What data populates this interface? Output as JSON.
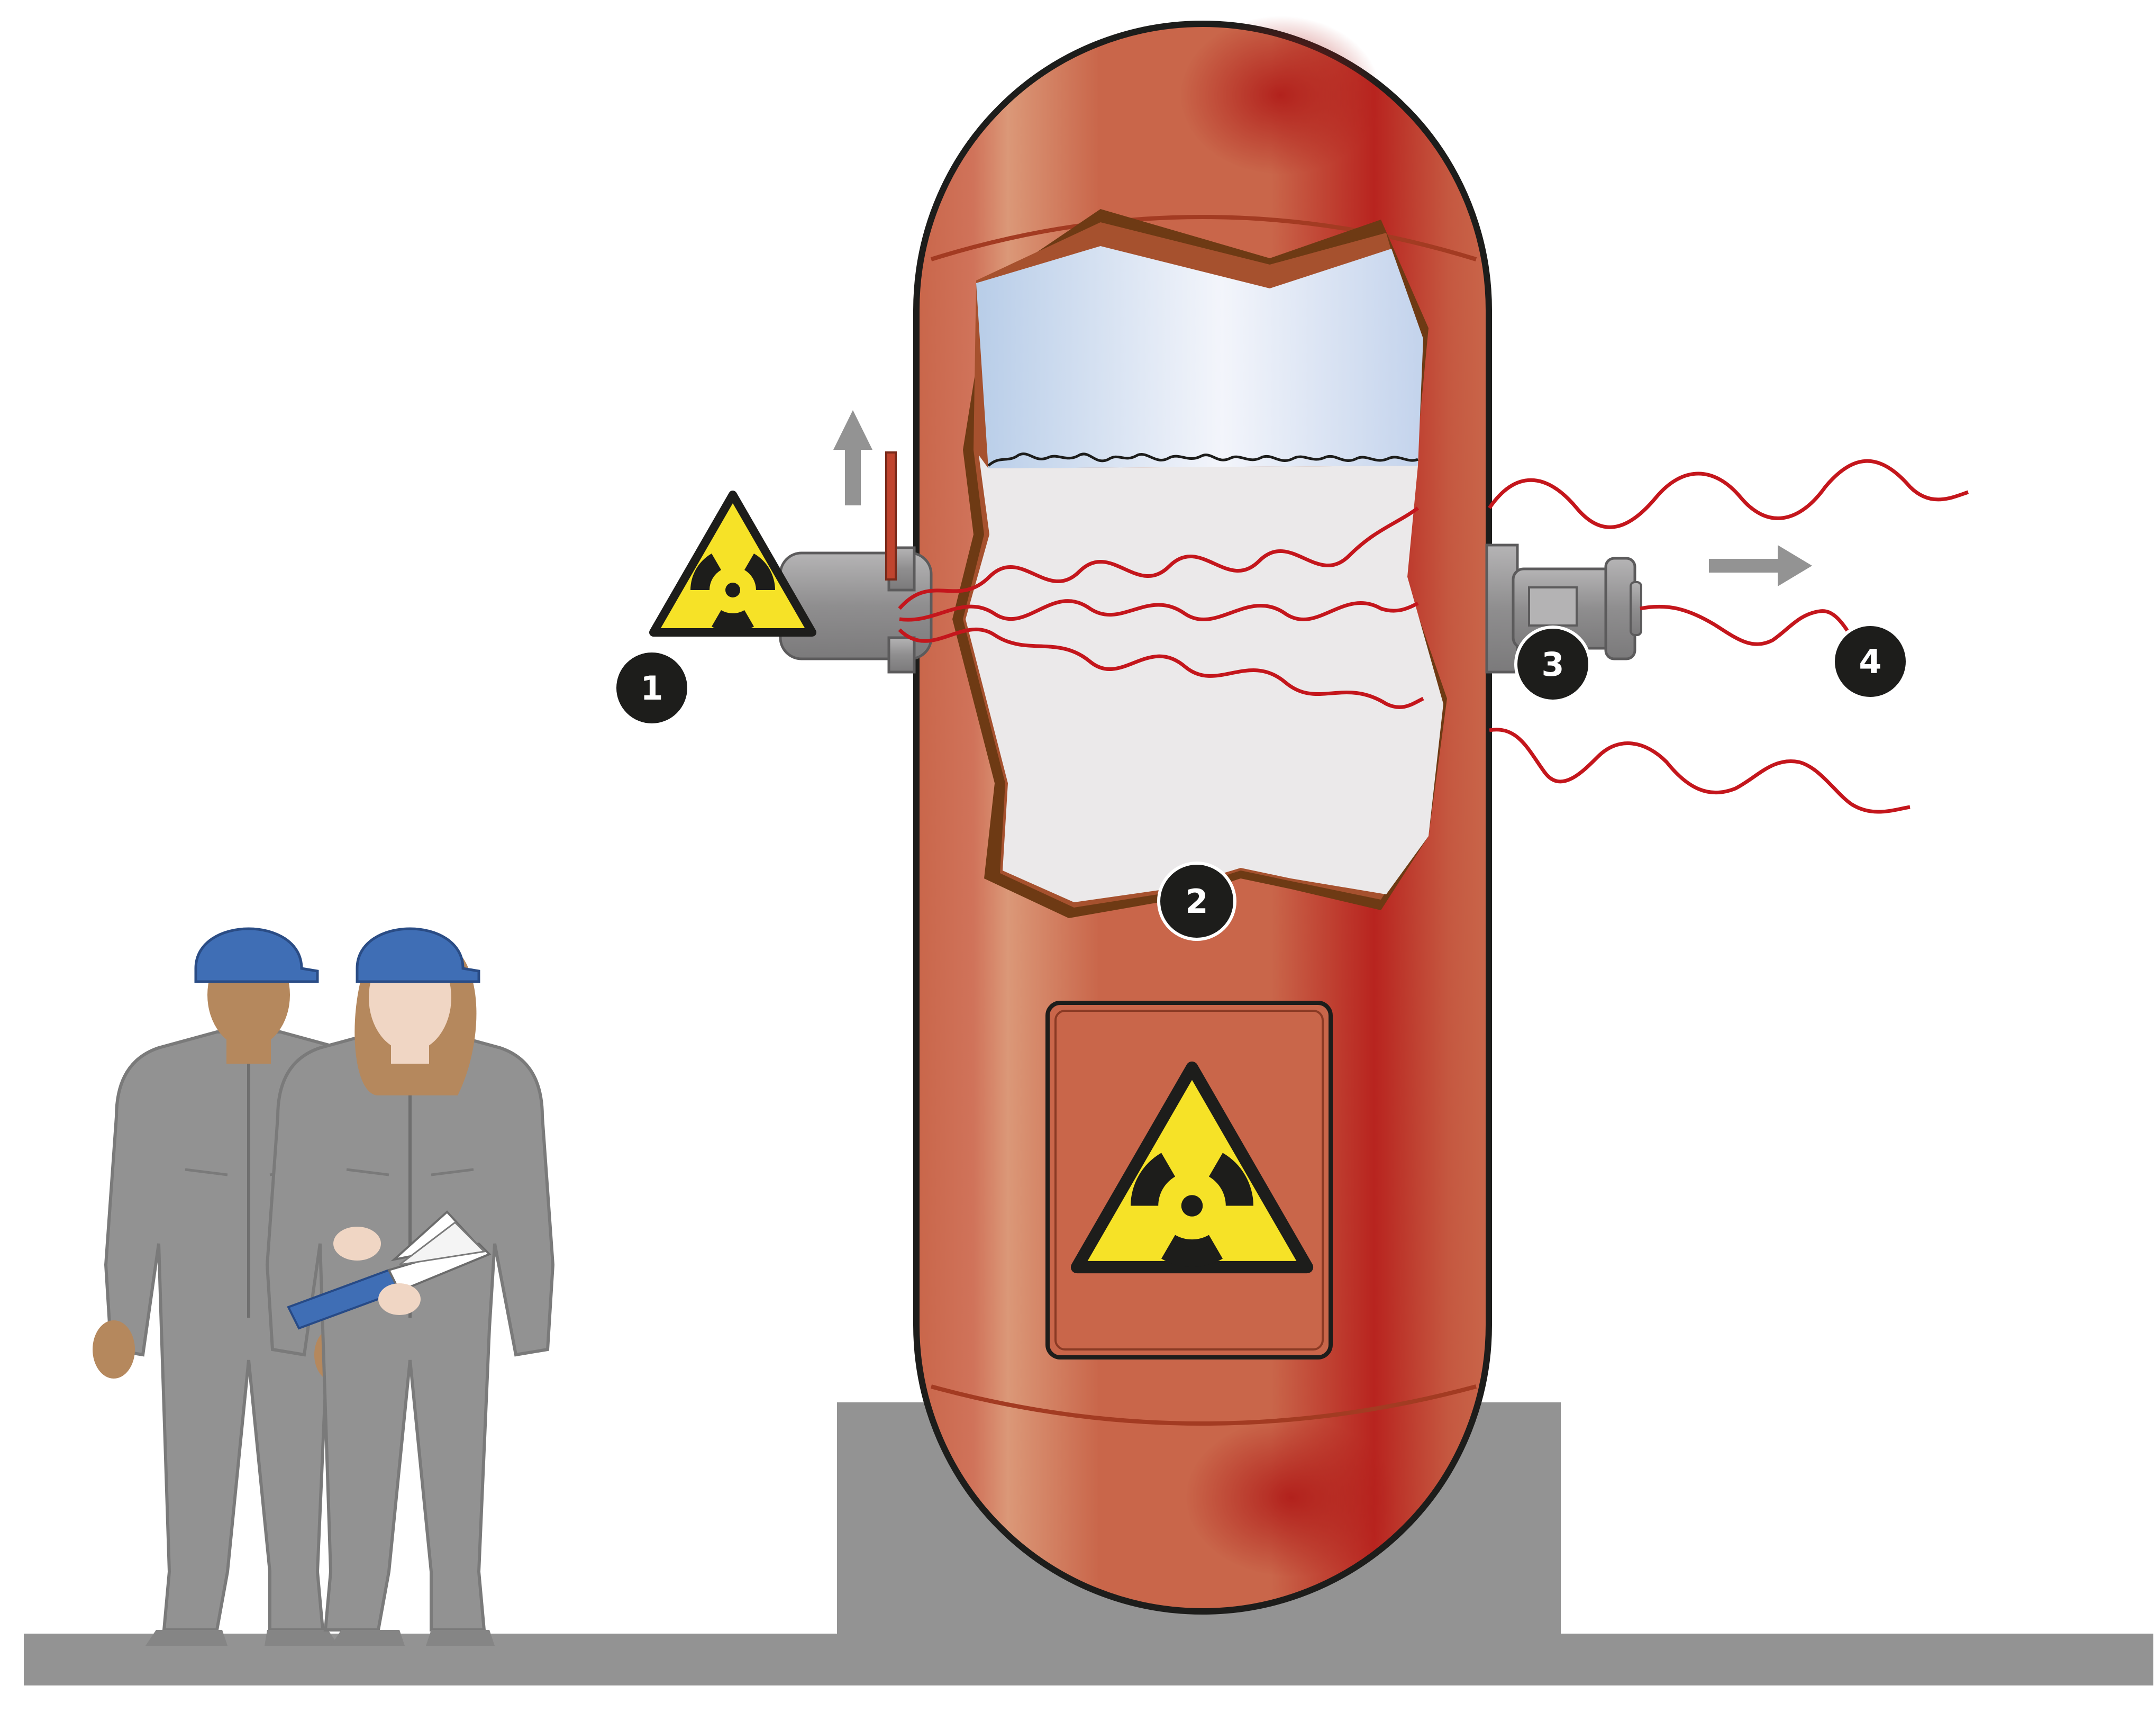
{
  "callouts": [
    {
      "label": "1",
      "part": "source-holder"
    },
    {
      "label": "2",
      "part": "vessel-contents"
    },
    {
      "label": "3",
      "part": "detector"
    },
    {
      "label": "4",
      "part": "transmitted-radiation"
    }
  ],
  "colors": {
    "vessel": "#c9664a",
    "vessel_dark": "#b8241f",
    "vessel_light": "#db9878",
    "crack": "#6e3a14",
    "vapor_top": "#b8cde8",
    "liquid": "#ebe9ea",
    "radiation_wave": "#c4161c",
    "hazard_yellow": "#f6e227",
    "pipe_gray": "#929192",
    "ground_gray": "#939393",
    "helmet_blue": "#3f6eb5",
    "coverall_gray": "#929292",
    "skin_dark": "#b5885d",
    "skin_light": "#f0d6c4",
    "callout_black": "#1d1d1b"
  },
  "icons": [
    "radiation-hazard-icon",
    "arrow-up-icon",
    "arrow-right-icon"
  ]
}
